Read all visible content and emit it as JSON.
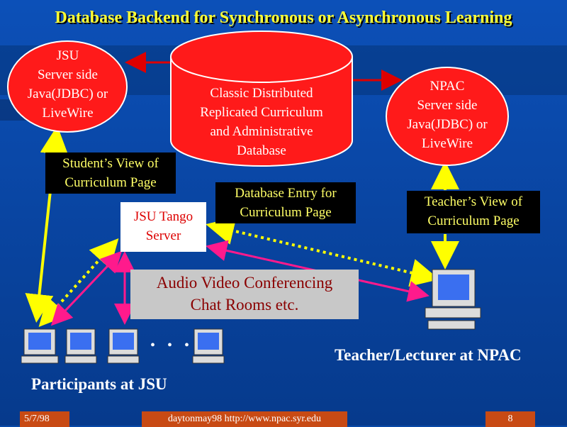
{
  "title": "Database Backend for Synchronous or Asynchronous Learning",
  "jsu_server": [
    "JSU",
    "Server side",
    "Java(JDBC) or",
    "LiveWire"
  ],
  "npac_server": [
    "NPAC",
    "Server side",
    "Java(JDBC) or",
    "LiveWire"
  ],
  "database": [
    "Classic Distributed",
    "Replicated Curriculum",
    "and Administrative",
    "Database"
  ],
  "student_view": [
    "Student’s View of",
    "Curriculum Page"
  ],
  "db_entry": [
    "Database Entry for",
    "Curriculum Page"
  ],
  "teacher_view": [
    "Teacher’s View of",
    "Curriculum Page"
  ],
  "tango_server": [
    "JSU Tango",
    "Server"
  ],
  "conferencing": [
    "Audio Video Conferencing",
    "Chat Rooms etc."
  ],
  "ellipsis": "• • •",
  "participants_label": "Participants at JSU",
  "teacher_label": "Teacher/Lecturer at NPAC",
  "footer": {
    "date": "5/7/98",
    "center": "daytonmay98 http://www.npac.syr.edu",
    "page": "8"
  },
  "colors": {
    "background": "#0a4aa8",
    "ellipse_fill": "#ff1a1a",
    "arrow_red": "#dd0000",
    "arrow_yellow": "#ffff00",
    "arrow_magenta": "#ff1a8c",
    "title": "#ffff33"
  }
}
